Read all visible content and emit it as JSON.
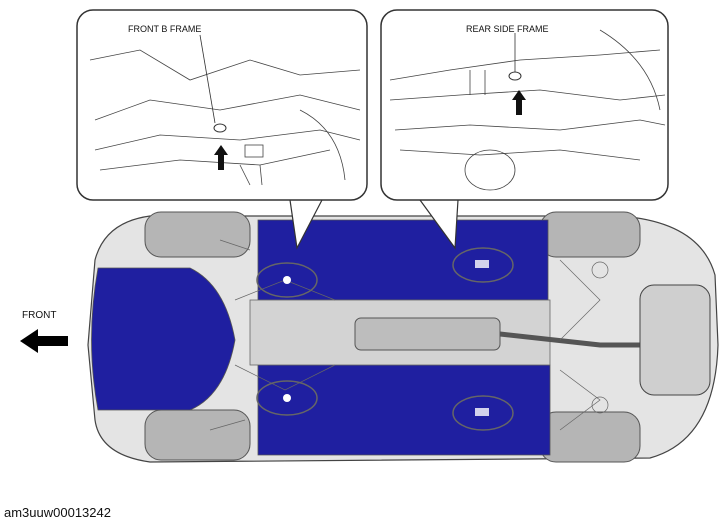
{
  "figure": {
    "callouts": {
      "left": "FRONT B FRAME",
      "right": "REAR SIDE FRAME"
    },
    "direction_label": "FRONT",
    "figure_id": "am3uuw00013242",
    "colors": {
      "floor": "#1f1fa0",
      "outline": "#333333",
      "body_gray": "#d9d9d9",
      "tire": "#9a9a9a",
      "background": "#ffffff"
    }
  }
}
